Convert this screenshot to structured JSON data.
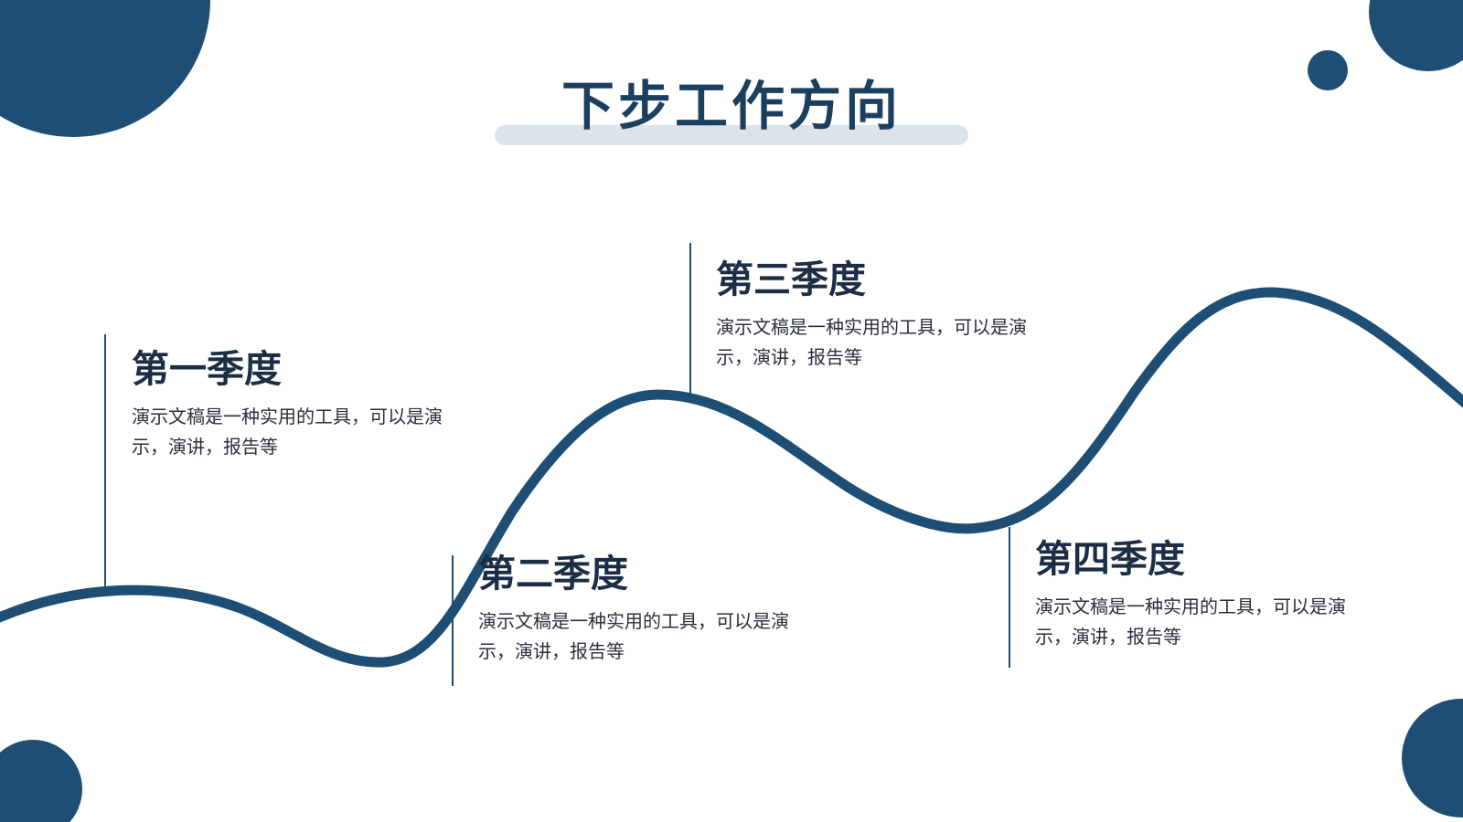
{
  "colors": {
    "accent": "#1e4e74",
    "title_text": "#1b3f5f",
    "title_bar": "#dde3ea",
    "heading_text": "#1c2d45",
    "body_text": "#2a2f3a"
  },
  "title": "下步工作方向",
  "quarters": [
    {
      "title": "第一季度",
      "description": "演示文稿是一种实用的工具，可以是演示，演讲，报告等"
    },
    {
      "title": "第二季度",
      "description": "演示文稿是一种实用的工具，可以是演示，演讲，报告等"
    },
    {
      "title": "第三季度",
      "description": "演示文稿是一种实用的工具，可以是演示，演讲，报告等"
    },
    {
      "title": "第四季度",
      "description": "演示文稿是一种实用的工具，可以是演示，演讲，报告等"
    }
  ]
}
